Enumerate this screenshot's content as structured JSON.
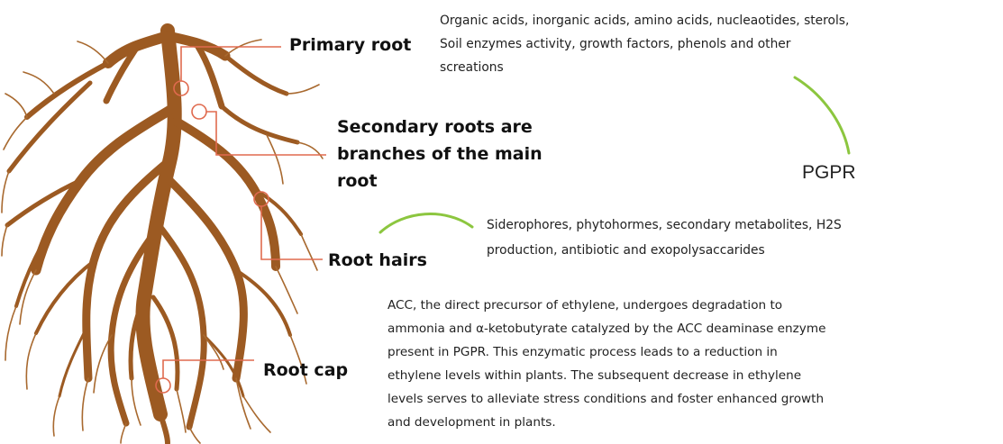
{
  "labels": {
    "primary_root": "Primary root",
    "secondary_roots": [
      "Secondary roots are",
      "branches of the main",
      "root"
    ],
    "root_hairs": "Root hairs",
    "root_cap": "Root cap",
    "pgpr": "PGPR"
  },
  "text_blocks": {
    "exudates": [
      "Organic acids, inorganic acids, amino acids,  nucleaotides, sterols,",
      "Soil enzymes activity,  growth factors, phenols and other",
      "screations"
    ],
    "pgpr_products": [
      "Siderophores, phytohormes, secondary metabolites,  H2S",
      "production, antibiotic and exopolysaccarides"
    ],
    "acc": [
      "ACC, the direct precursor of ethylene, undergoes degradation to",
      "ammonia and α-ketobutyrate catalyzed by the ACC deaminase enzyme",
      "present in PGPR. This enzymatic process leads to a reduction in",
      "ethylene levels within plants. The subsequent decrease in ethylene",
      "levels serves to alleviate stress conditions and foster enhanced growth",
      "and development in plants."
    ]
  },
  "colors": {
    "root": "#9c5a22",
    "root_dark": "#7a4216",
    "callout": "#e06a4e",
    "arrow": "#8cc63f"
  },
  "icons": [
    "root-system-illustration",
    "arrow-curve-icon"
  ]
}
